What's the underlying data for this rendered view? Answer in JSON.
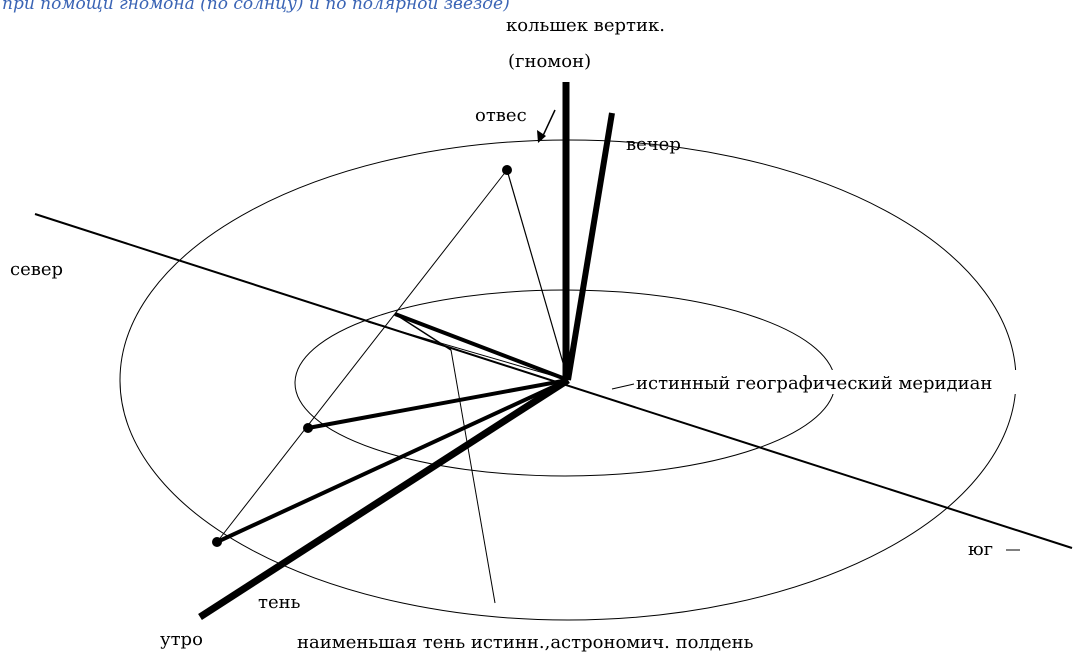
{
  "caption": "при помощи гномона (по солнцу) и по полярной звезде)",
  "labels": {
    "gnomon_line1": "кольшек вертик.",
    "gnomon_line2": "(гномон)",
    "plumb": "отвес",
    "evening": "вечер",
    "north": "север",
    "meridian": "истинный географический меридиан",
    "south": "юг",
    "shadow": "тень",
    "morning": "утро",
    "noon": "наименьшая тень истинн.,астрономич. полдень"
  },
  "colors": {
    "caption": "#3a64b5",
    "ink": "#000000"
  }
}
